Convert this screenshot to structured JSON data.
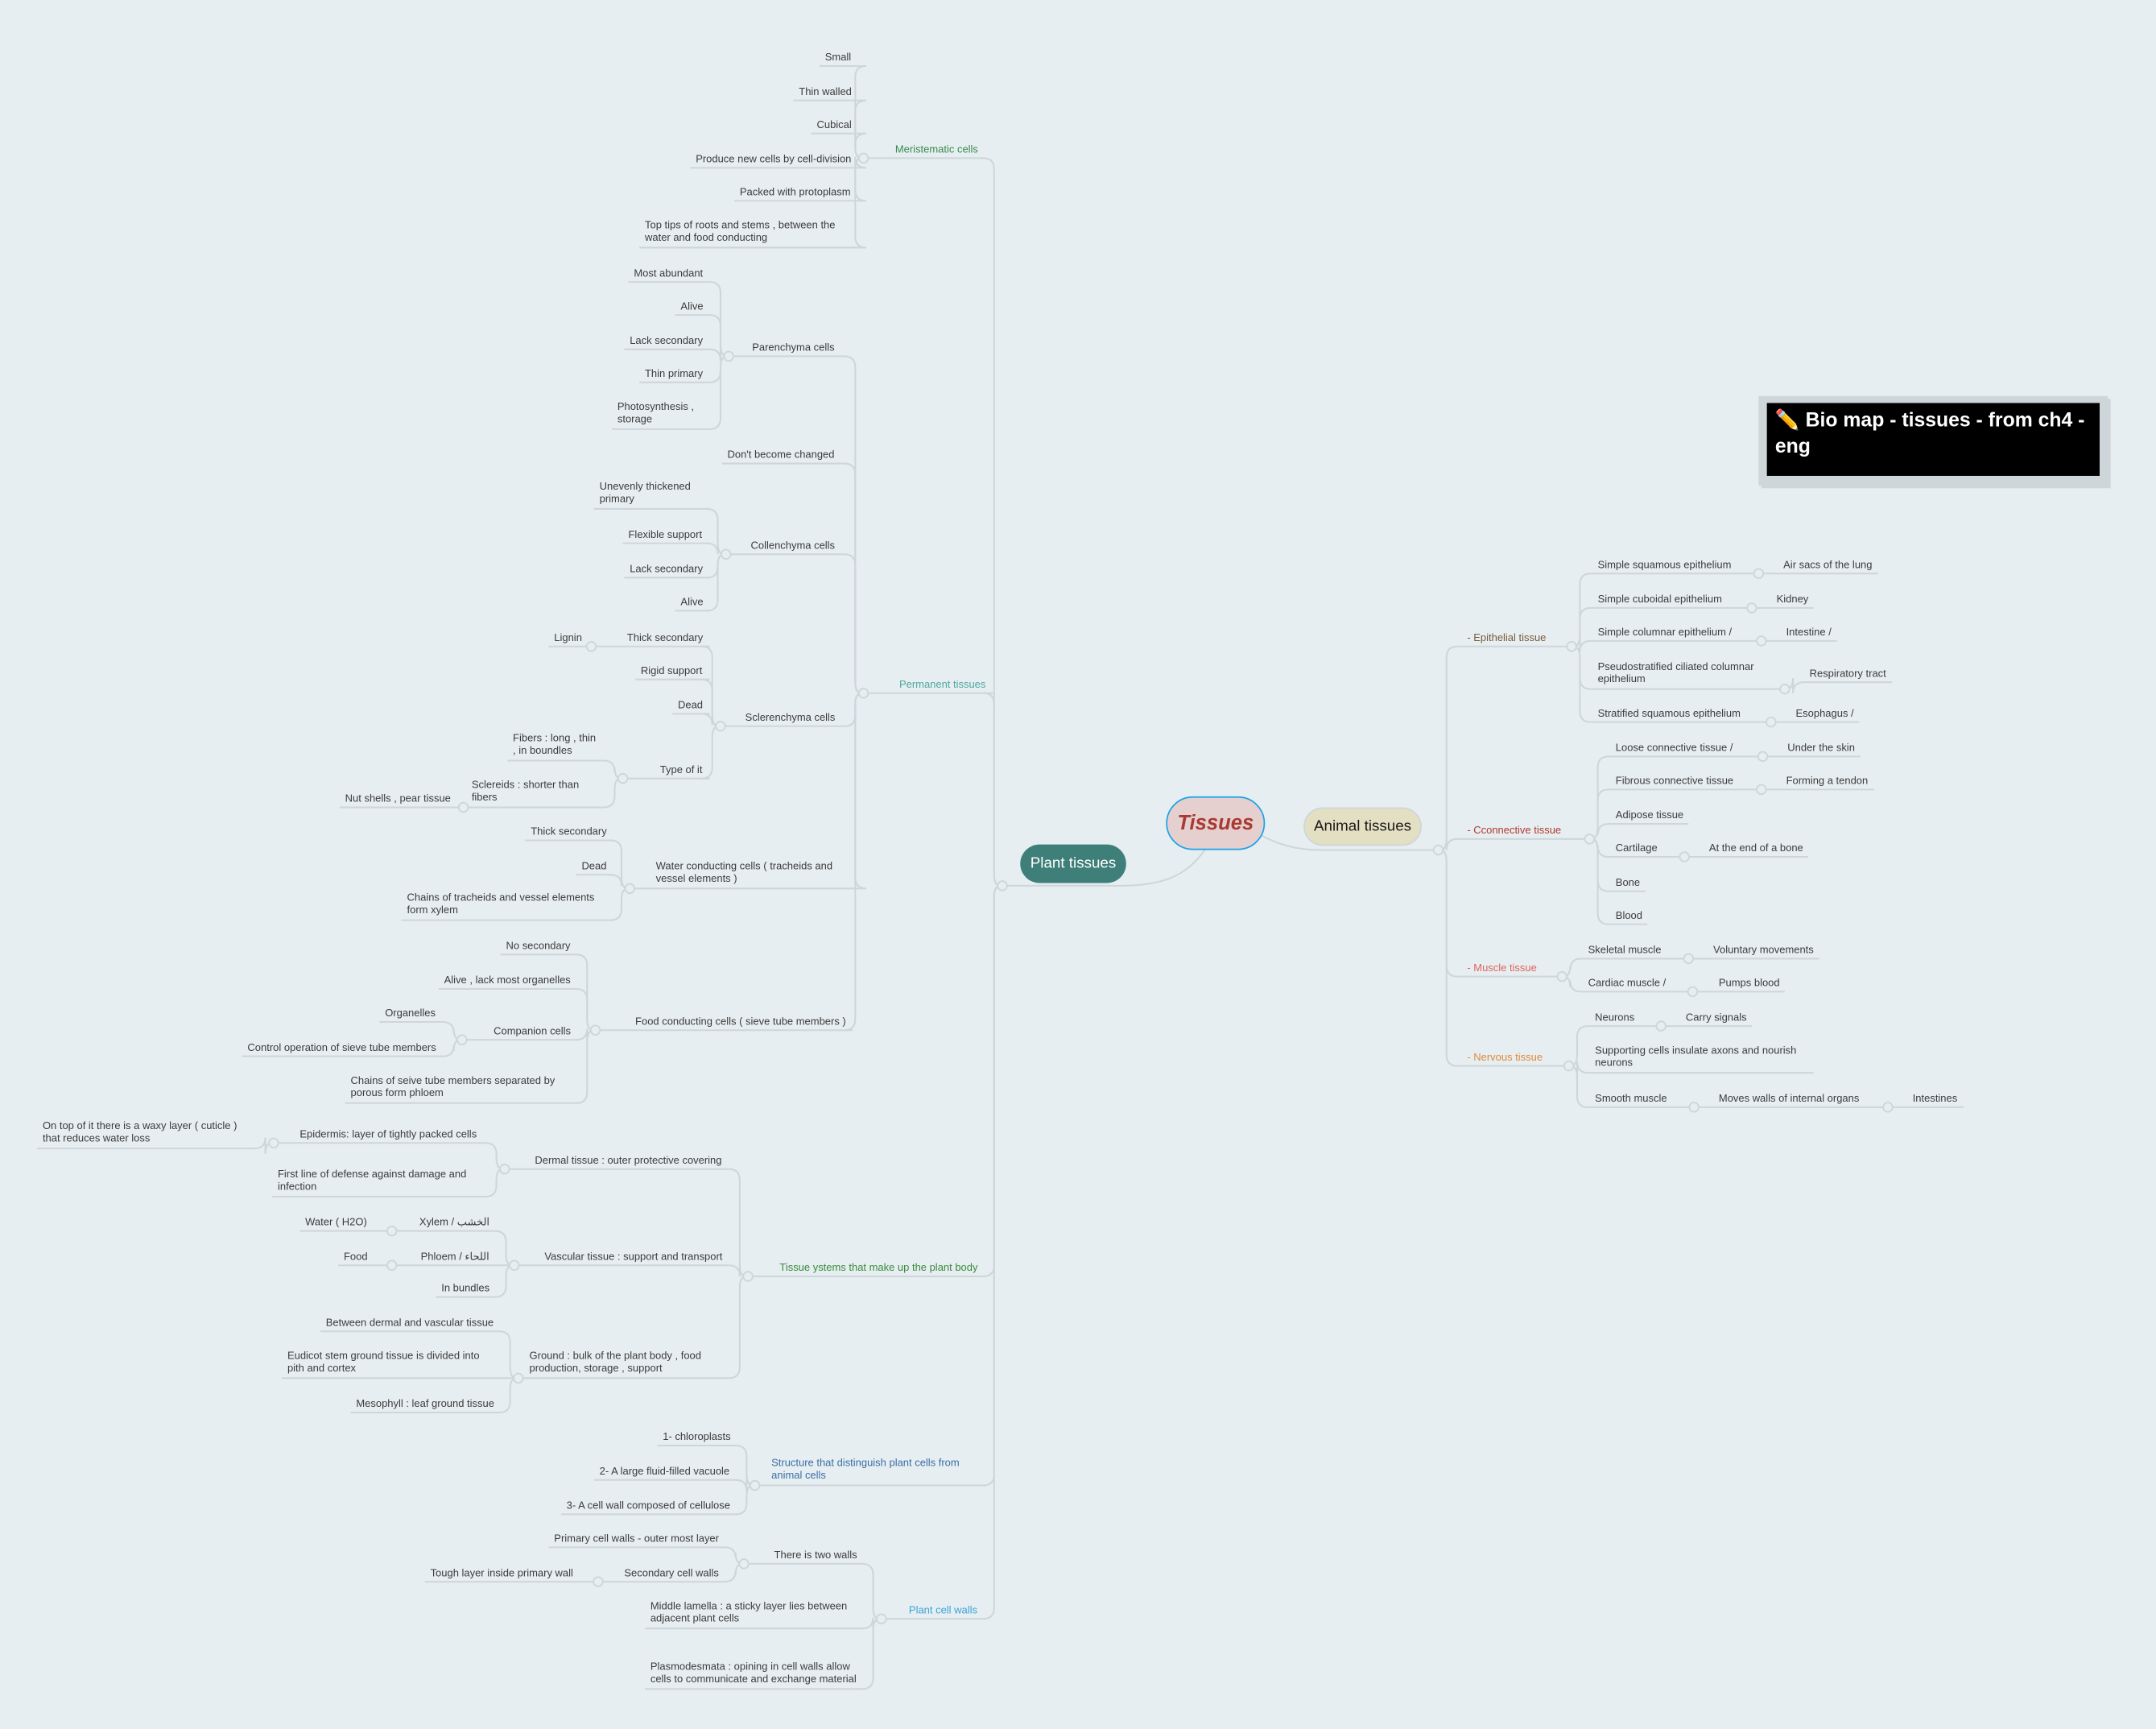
{
  "title": "✏️ Bio map - tissues - from ch4 - eng",
  "root": {
    "label": "Tissues"
  },
  "colors": {
    "background": "#e6eef1",
    "root_fill": "#e6cfcf",
    "root_border": "#1aa3e8",
    "root_text": "#a83a32",
    "plant_fill": "#3f7f7a",
    "animal_fill": "#e3dfc3",
    "connector": "#cfd6da"
  },
  "left": {
    "label": "Plant tissues",
    "children": [
      {
        "label": "Meristematic cells",
        "color": "#3a8a4e",
        "children": [
          {
            "label": "Small"
          },
          {
            "label": "Thin walled"
          },
          {
            "label": "Cubical"
          },
          {
            "label": "Produce new cells by cell-division"
          },
          {
            "label": "Packed with protoplasm"
          },
          {
            "label": "Top tips of roots and stems , between the water and food conducting"
          }
        ]
      },
      {
        "label": "Permanent tissues",
        "color": "#4fa8a0",
        "children": [
          {
            "label": "Parenchyma cells",
            "children": [
              {
                "label": "Most abundant"
              },
              {
                "label": "Alive"
              },
              {
                "label": "Lack secondary"
              },
              {
                "label": "Thin primary"
              },
              {
                "label": "Photosynthesis , storage"
              }
            ]
          },
          {
            "label": "Don't become changed"
          },
          {
            "label": "Collenchyma cells",
            "children": [
              {
                "label": "Unevenly thickened primary"
              },
              {
                "label": "Flexible support"
              },
              {
                "label": "Lack secondary"
              },
              {
                "label": "Alive"
              }
            ]
          },
          {
            "label": "Sclerenchyma cells",
            "children": [
              {
                "label": "Thick secondary",
                "children": [
                  {
                    "label": "Lignin"
                  }
                ]
              },
              {
                "label": "Rigid support"
              },
              {
                "label": "Dead"
              },
              {
                "label": "Type of it",
                "children": [
                  {
                    "label": "Fibers : long , thin , in boundles"
                  },
                  {
                    "label": "Sclereids : shorter than fibers",
                    "children": [
                      {
                        "label": "Nut shells , pear tissue"
                      }
                    ]
                  }
                ]
              }
            ]
          },
          {
            "label": "Water conducting cells ( tracheids and vessel elements )",
            "children": [
              {
                "label": "Thick secondary"
              },
              {
                "label": "Dead"
              },
              {
                "label": "Chains of tracheids and vessel elements form xylem"
              }
            ]
          },
          {
            "label": "Food conducting cells ( sieve tube members )",
            "children": [
              {
                "label": "No secondary"
              },
              {
                "label": "Alive , lack most organelles"
              },
              {
                "label": "Companion cells",
                "children": [
                  {
                    "label": "Organelles"
                  },
                  {
                    "label": "Control operation of sieve tube members"
                  }
                ]
              },
              {
                "label": "Chains of seive tube members separated by porous form phloem"
              }
            ]
          }
        ]
      },
      {
        "label": "Tissue ystems that make up the plant body",
        "color": "#3a8a3a",
        "children": [
          {
            "label": "Dermal tissue : outer protective covering",
            "children": [
              {
                "label": "Epidermis: layer of tightly packed cells",
                "children": [
                  {
                    "label": "On top of it there is a waxy layer ( cuticle ) that reduces water loss"
                  }
                ]
              },
              {
                "label": "First line of defense against damage and infection"
              }
            ]
          },
          {
            "label": "Vascular tissue : support and transport",
            "children": [
              {
                "label": "Xylem / الخشب",
                "children": [
                  {
                    "label": "Water ( H2O)"
                  }
                ]
              },
              {
                "label": "Phloem / اللحاء",
                "children": [
                  {
                    "label": "Food"
                  }
                ]
              },
              {
                "label": "In bundles"
              }
            ]
          },
          {
            "label": "Ground : bulk of the plant body , food production, storage , support",
            "children": [
              {
                "label": "Between dermal and vascular tissue"
              },
              {
                "label": "Eudicot stem ground tissue is divided into pith and cortex"
              },
              {
                "label": "Mesophyll : leaf ground tissue"
              }
            ]
          }
        ]
      },
      {
        "label": "Structure that distinguish plant cells from animal cells",
        "color": "#3a6ea5",
        "children": [
          {
            "label": "1- chloroplasts"
          },
          {
            "label": "2- A large fluid-filled vacuole"
          },
          {
            "label": "3- A cell wall composed of cellulose"
          }
        ]
      },
      {
        "label": "Plant cell walls",
        "color": "#3aa3d8",
        "children": [
          {
            "label": "There is two walls",
            "children": [
              {
                "label": "Primary cell walls - outer most layer"
              },
              {
                "label": "Secondary cell walls",
                "children": [
                  {
                    "label": "Tough layer inside primary wall"
                  }
                ]
              }
            ]
          },
          {
            "label": "Middle lamella : a sticky layer lies between adjacent plant cells"
          },
          {
            "label": "Plasmodesmata : opining in cell walls allow cells to communicate and exchange material"
          }
        ]
      }
    ]
  },
  "right": {
    "label": "Animal tissues",
    "children": [
      {
        "label": "- Epithelial tissue",
        "color": "#7a5a3a",
        "children": [
          {
            "label": "Simple squamous epithelium",
            "children": [
              {
                "label": "Air sacs of the lung"
              }
            ]
          },
          {
            "label": "Simple cuboidal epithelium",
            "children": [
              {
                "label": "Kidney"
              }
            ]
          },
          {
            "label": "Simple columnar epithelium /",
            "children": [
              {
                "label": "Intestine /"
              }
            ]
          },
          {
            "label": "Pseudostratified ciliated columnar epithelium",
            "children": [
              {
                "label": "Respiratory tract"
              }
            ]
          },
          {
            "label": "Stratified squamous epithelium",
            "children": [
              {
                "label": "Esophagus /"
              }
            ]
          }
        ]
      },
      {
        "label": "- Cconnective tissue",
        "color": "#b03a2e",
        "children": [
          {
            "label": "Loose connective tissue /",
            "children": [
              {
                "label": "Under the skin"
              }
            ]
          },
          {
            "label": "Fibrous connective tissue",
            "children": [
              {
                "label": "Forming a tendon"
              }
            ]
          },
          {
            "label": "Adipose tissue"
          },
          {
            "label": "Cartilage",
            "children": [
              {
                "label": "At the end of a bone"
              }
            ]
          },
          {
            "label": "Bone"
          },
          {
            "label": "Blood"
          }
        ]
      },
      {
        "label": "- Muscle tissue",
        "color": "#e0645a",
        "children": [
          {
            "label": "Skeletal muscle",
            "children": [
              {
                "label": "Voluntary movements"
              }
            ]
          },
          {
            "label": "Cardiac muscle /",
            "children": [
              {
                "label": "Pumps blood"
              }
            ]
          }
        ]
      },
      {
        "label": "- Nervous tissue",
        "color": "#e08a3a",
        "children": [
          {
            "label": "Neurons",
            "children": [
              {
                "label": "Carry signals"
              }
            ]
          },
          {
            "label": "Supporting cells insulate axons and nourish neurons"
          },
          {
            "label": "Smooth muscle",
            "children": [
              {
                "label": "Moves walls of internal organs",
                "children": [
                  {
                    "label": "Intestines"
                  }
                ]
              }
            ]
          }
        ]
      }
    ]
  }
}
